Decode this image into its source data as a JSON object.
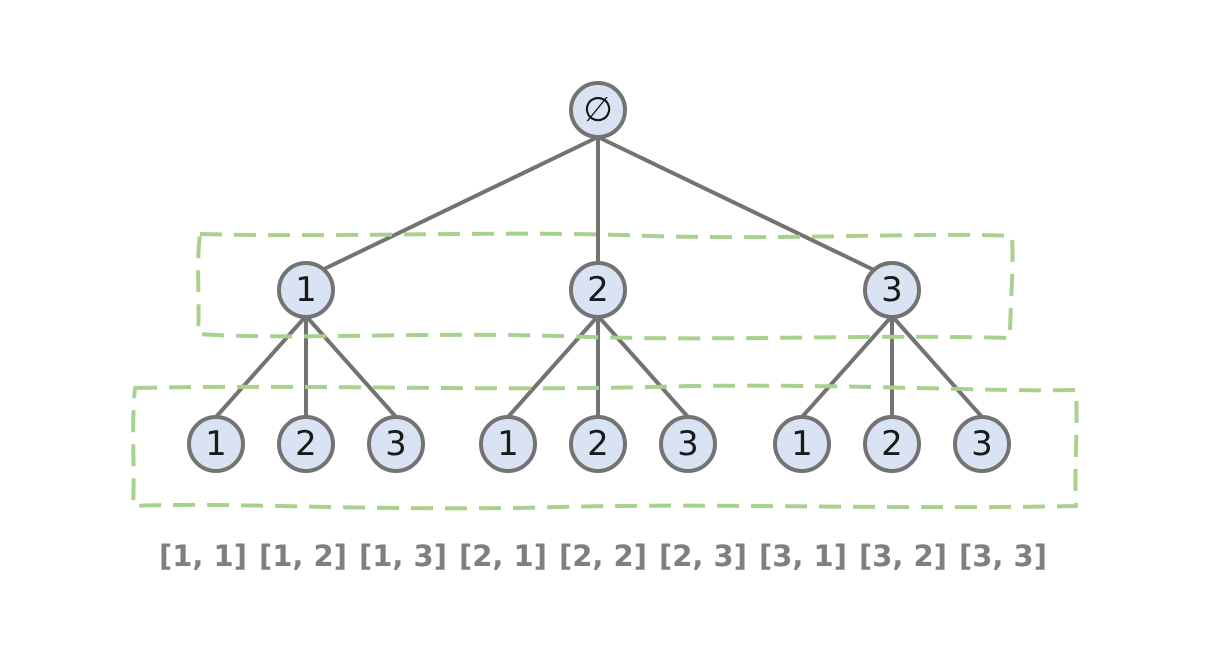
{
  "tree": {
    "root": {
      "label": "∅"
    },
    "level1": [
      {
        "label": "1"
      },
      {
        "label": "2"
      },
      {
        "label": "3"
      }
    ],
    "level2": [
      {
        "label": "1"
      },
      {
        "label": "2"
      },
      {
        "label": "3"
      },
      {
        "label": "1"
      },
      {
        "label": "2"
      },
      {
        "label": "3"
      },
      {
        "label": "1"
      },
      {
        "label": "2"
      },
      {
        "label": "3"
      }
    ],
    "paths": [
      "[1, 1]",
      "[1, 2]",
      "[1, 3]",
      "[2, 1]",
      "[2, 2]",
      "[2, 3]",
      "[3, 1]",
      "[3, 2]",
      "[3, 3]"
    ]
  },
  "colors": {
    "node_fill": "#dae3f3",
    "node_stroke": "#737373",
    "group_box": "#a9d18e",
    "path_label": "#7f7f7f"
  }
}
